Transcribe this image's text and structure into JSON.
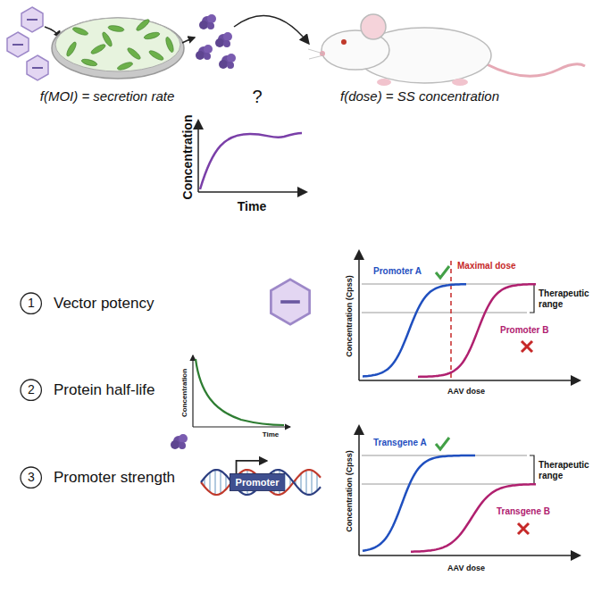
{
  "diagram": {
    "nodes": [
      {
        "text": [
          "1"
        ]
      },
      {
        "text": [
          "2"
        ]
      },
      {
        "text": [
          "3"
        ]
      },
      {
        "text": [
          "Promoter"
        ]
      }
    ],
    "labels": [
      "f(MOI) = secretion rate",
      "?",
      "Concentration",
      "Time",
      "f(dose) = SS concentration",
      "Vector potency",
      "Protein half-life",
      "Concentration",
      "Time",
      "Promoter strength",
      "Promoter A",
      "Maximal dose",
      "Therapeutic range",
      "Concentration (Cpss)",
      "Promoter B",
      "AAV dose",
      "Transgene A",
      "Therapeutic range",
      "Concentration (Cpss)",
      "Transgene B",
      "AAV dose"
    ]
  }
}
